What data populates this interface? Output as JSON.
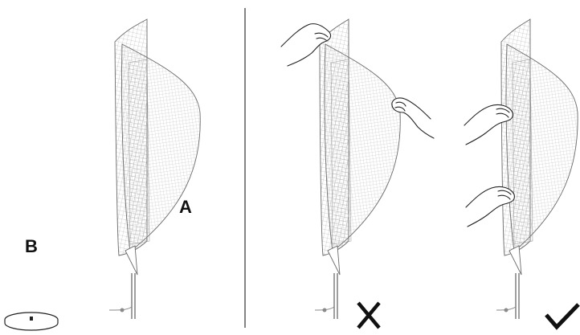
{
  "labels": {
    "part_a": "A",
    "part_b": "B"
  },
  "figures": [
    {
      "id": "assembled-lamp",
      "hands": 0
    },
    {
      "id": "wrong-handling",
      "hands": 2,
      "verdict": "incorrect",
      "verdict_icon": "cross-icon"
    },
    {
      "id": "correct-handling",
      "hands": 2,
      "verdict": "correct",
      "verdict_icon": "check-icon"
    }
  ],
  "colors": {
    "line": "#6b6b6b",
    "mesh": "#9a9a9a",
    "mark": "#111111"
  }
}
